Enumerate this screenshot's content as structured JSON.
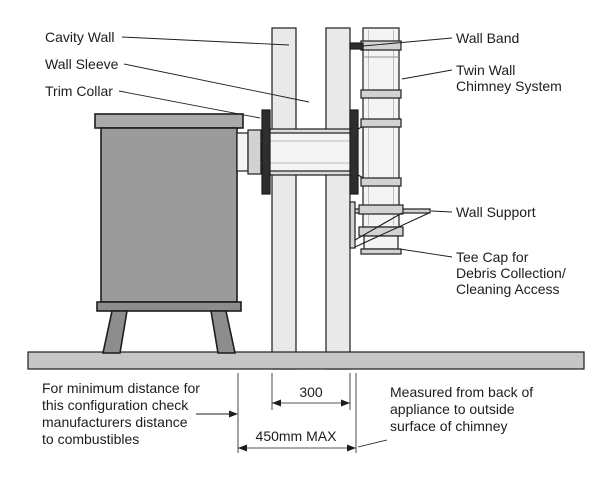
{
  "labels": {
    "cavity_wall": "Cavity Wall",
    "wall_sleeve": "Wall Sleeve",
    "trim_collar": "Trim Collar",
    "wall_band": "Wall Band",
    "twin_wall": [
      "Twin Wall",
      "Chimney System"
    ],
    "wall_support": "Wall Support",
    "tee_cap": [
      "Tee Cap for",
      "Debris Collection/",
      "Cleaning Access"
    ]
  },
  "dimensions": {
    "wall_thickness": "300",
    "max_distance": "450mm MAX"
  },
  "notes": {
    "min_distance": [
      "For minimum distance for",
      "this configuration check",
      "manufacturers distance",
      "to combustibles"
    ],
    "measurement": [
      "Measured from back of",
      "appliance to outside",
      "surface of chimney"
    ]
  },
  "colors": {
    "line": "#1d1d1d",
    "stove_body": "#9b9b9b",
    "stove_top": "#aaaaaa",
    "stove_leg": "#8d8d8d",
    "wall": "#e9e9e9",
    "ground": "#c6c6c6",
    "pipe": "#f4f4f4",
    "band": "#d2d2d2",
    "sleeve": "#dcdcdc",
    "collar": "#2e2e2e"
  }
}
